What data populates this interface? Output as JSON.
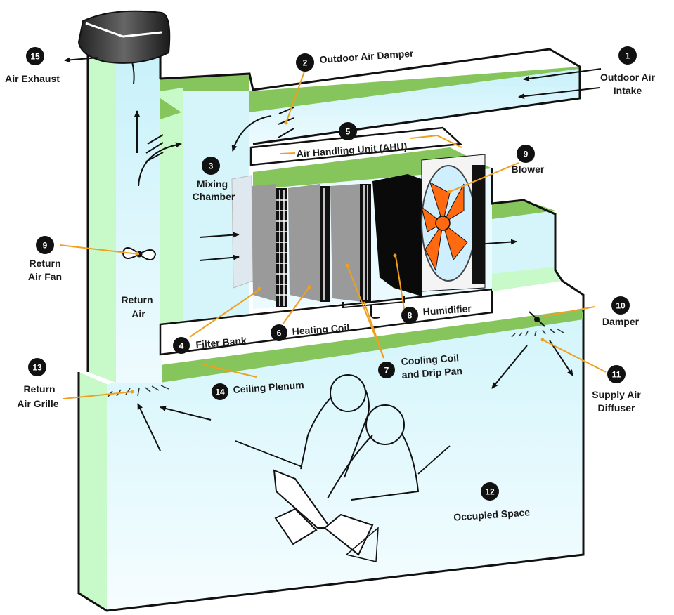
{
  "title": "HVAC Air Handling System Diagram",
  "colors": {
    "duct_face": "#d8f6fb",
    "duct_top": "#88c460",
    "duct_side": "#c8f5c8",
    "leader": "#f0a020",
    "ink": "#111111",
    "fan_blade": "#ff6a10",
    "coil_gray": "#9a9a9a"
  },
  "callouts": [
    {
      "id": "1",
      "num": "1",
      "lines": [
        "Outdoor Air",
        "Intake"
      ]
    },
    {
      "id": "2",
      "num": "2",
      "lines": [
        "Outdoor Air Damper"
      ]
    },
    {
      "id": "3",
      "num": "3",
      "lines": [
        "Mixing",
        "Chamber"
      ]
    },
    {
      "id": "4",
      "num": "4",
      "lines": [
        "Filter Bank"
      ]
    },
    {
      "id": "5",
      "num": "5",
      "lines": [
        "Air Handling Unit (AHU)"
      ]
    },
    {
      "id": "6",
      "num": "6",
      "lines": [
        "Heating Coil"
      ]
    },
    {
      "id": "7",
      "num": "7",
      "lines": [
        "Cooling Coil",
        "and Drip Pan"
      ]
    },
    {
      "id": "8",
      "num": "8",
      "lines": [
        "Humidifier"
      ]
    },
    {
      "id": "9a",
      "num": "9",
      "lines": [
        "Blower"
      ]
    },
    {
      "id": "9b",
      "num": "9",
      "lines": [
        "Return",
        "Air Fan"
      ]
    },
    {
      "id": "10",
      "num": "10",
      "lines": [
        "Damper"
      ]
    },
    {
      "id": "11",
      "num": "11",
      "lines": [
        "Supply Air",
        "Diffuser"
      ]
    },
    {
      "id": "12",
      "num": "12",
      "lines": [
        "Occupied Space"
      ]
    },
    {
      "id": "13",
      "num": "13",
      "lines": [
        "Return",
        "Air Grille"
      ]
    },
    {
      "id": "14",
      "num": "14",
      "lines": [
        "Ceiling Plenum"
      ]
    },
    {
      "id": "15",
      "num": "15",
      "lines": [
        "Air Exhaust"
      ]
    }
  ],
  "labels": {
    "return_air": [
      "Return",
      "Air"
    ]
  }
}
